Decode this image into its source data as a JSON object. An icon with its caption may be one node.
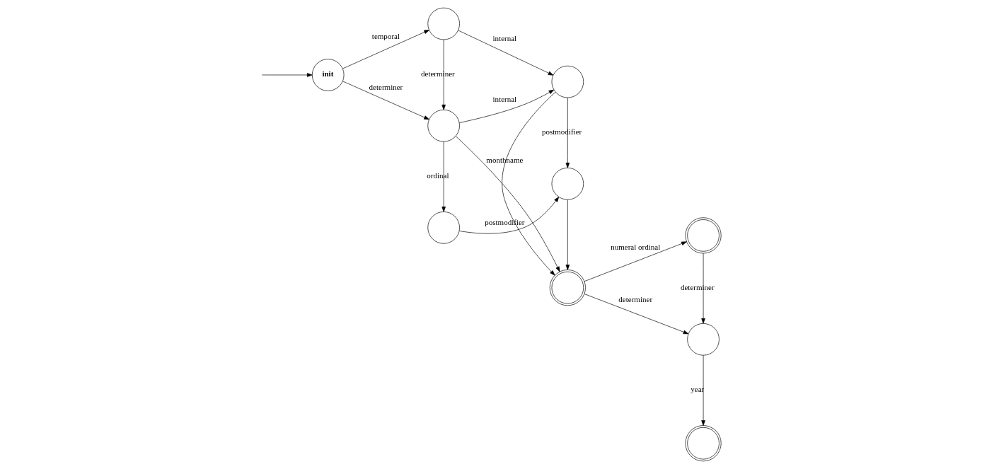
{
  "diagram": {
    "nodes": [
      {
        "text": [
          "init"
        ]
      },
      {
        "text": [],
        "shape": "circle"
      },
      {
        "text": [],
        "shape": "circle"
      },
      {
        "text": [],
        "shape": "circle"
      },
      {
        "text": [],
        "shape": "circle"
      },
      {
        "text": [],
        "shape": "doublecircle"
      },
      {
        "text": [],
        "shape": "doublecircle"
      },
      {
        "text": [],
        "shape": "circle"
      },
      {
        "text": [],
        "shape": "circle"
      },
      {
        "text": [],
        "shape": "doublecircle"
      }
    ],
    "edges": [
      {
        "from": null,
        "to": 0,
        "arrow": "to"
      },
      {
        "from": 0,
        "to": 4,
        "arrow": "to",
        "label": "determiner"
      },
      {
        "from": 0,
        "to": 7,
        "arrow": "to",
        "label": "temporal"
      },
      {
        "from": 4,
        "to": 1,
        "arrow": "to",
        "label": "ordinal"
      },
      {
        "from": 1,
        "to": 2,
        "arrow": "to",
        "label": "postmodifier"
      },
      {
        "from": 7,
        "to": 4,
        "arrow": "to",
        "label": "determiner"
      },
      {
        "from": 4,
        "to": 5,
        "arrow": "to",
        "label": "monthname"
      },
      {
        "from": 4,
        "to": 8,
        "arrow": "to",
        "label": "internal"
      },
      {
        "from": 7,
        "to": 8,
        "arrow": "to",
        "label": "internal"
      },
      {
        "from": 8,
        "to": 2,
        "arrow": "to",
        "label": "postmodifier"
      },
      {
        "from": 2,
        "to": 5,
        "arrow": "to"
      },
      {
        "from": 8,
        "to": 5,
        "arrow": "to"
      },
      {
        "from": 5,
        "to": 3,
        "arrow": "to",
        "label": "determiner"
      },
      {
        "from": 9,
        "to": 3,
        "arrow": "to",
        "label": "determiner"
      },
      {
        "from": 3,
        "to": 6,
        "arrow": "to",
        "label": "year"
      },
      {
        "from": 5,
        "to": 9,
        "arrow": "to",
        "label": "numeral ordinal"
      }
    ]
  }
}
